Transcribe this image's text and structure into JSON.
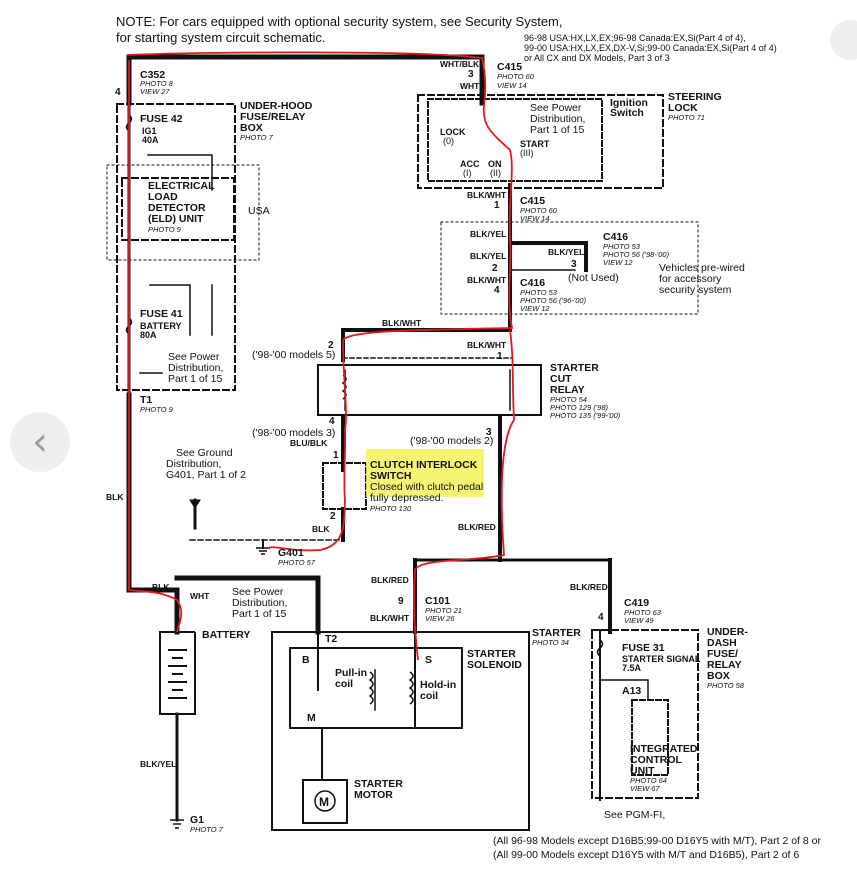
{
  "note": {
    "line1": "NOTE: For cars equipped with optional security system, see Security System,",
    "line2": "for starting system circuit schematic.",
    "refs": [
      "96-98 USA:HX,LX,EX;96-98 Canada:EX,Si(Part 4 of 4),",
      "99-00 USA:HX,LX,EX,DX-V,Si;99-00 Canada:EX,Si(Part 4 of 4)",
      "or All CX and DX Models, Part 3 of 3"
    ]
  },
  "connectors": {
    "c352": {
      "pin": "4",
      "name": "C352",
      "photo": "PHOTO 8",
      "view": "VIEW 27"
    },
    "c415_top": {
      "wire": "WHT/BLK",
      "pin": "3",
      "name": "C415",
      "wire2": "WHT",
      "photo": "PHOTO 60",
      "view": "VIEW 14"
    },
    "c415_bot": {
      "wire": "BLK/WHT",
      "pin": "1",
      "name": "C415",
      "photo": "PHOTO 60",
      "view": "VIEW 14"
    },
    "c416": {
      "name": "C416",
      "photo1": "PHOTO 53",
      "photo2": "PHOTO 56 ('98-'00)",
      "view": "VIEW 12",
      "pin3": "3",
      "not_used": "(Not Used)"
    },
    "c416b": {
      "pin2": "2",
      "pin4": "4",
      "name": "C416",
      "photo1": "PHOTO 53",
      "photo2": "PHOTO 56 ('96-'00)",
      "view": "VIEW 12"
    },
    "c101": {
      "pin": "9",
      "name": "C101",
      "photo": "PHOTO 21",
      "view": "VIEW 26"
    },
    "c419": {
      "pin": "4",
      "name": "C419",
      "photo": "PHOTO 63",
      "view": "VIEW 49"
    },
    "t1": {
      "name": "T1",
      "photo": "PHOTO 9"
    },
    "t2": {
      "name": "T2"
    },
    "g401": {
      "name": "G401",
      "photo": "PHOTO 57"
    },
    "g1": {
      "name": "G1",
      "photo": "PHOTO 7"
    }
  },
  "fusebox_under_hood": {
    "title": [
      "UNDER-HOOD",
      "FUSE/RELAY",
      "BOX"
    ],
    "photo": "PHOTO 7",
    "fuse42": {
      "name": "FUSE 42",
      "rating1": "IG1",
      "rating2": "40A"
    },
    "fuse41": {
      "name": "FUSE 41",
      "rating1": "BATTERY",
      "rating2": "80A"
    },
    "see_power": [
      "See Power",
      "Distribution,",
      "Part 1 of 15"
    ]
  },
  "eld": {
    "lines": [
      "ELECTRICAL",
      "LOAD",
      "DETECTOR",
      "(ELD) UNIT"
    ],
    "photo": "PHOTO 9",
    "region": "USA"
  },
  "steering_lock": {
    "title": [
      "STEERING",
      "LOCK"
    ],
    "photo": "PHOTO 71",
    "ignition": [
      "Ignition",
      "Switch"
    ],
    "see_power": [
      "See Power",
      "Distribution,",
      "Part 1 of 15"
    ],
    "lock": [
      "LOCK",
      "(0)"
    ],
    "acc": [
      "ACC",
      "(I)"
    ],
    "on": [
      "ON",
      "(II)"
    ],
    "start": [
      "START",
      "(III)"
    ]
  },
  "security_note": [
    "Vehicles pre-wired",
    "for accessory",
    "security system"
  ],
  "wires": {
    "blk_yel_1": "BLK/YEL",
    "blk_yel_2": "BLK/YEL",
    "blk_yel_3": "BLK/YEL",
    "blk_wht_1": "BLK/WHT",
    "blk_wht_2": "BLK/WHT",
    "blk_wht_3": "BLK/WHT",
    "blk_wht_4": "BLK/WHT",
    "blu_blk": "BLU/BLK",
    "blk": "BLK",
    "blk2": "BLK",
    "blk3": "BLK",
    "wht": "WHT",
    "blk_red_1": "BLK/RED",
    "blk_red_2": "BLK/RED",
    "blk_red_3": "BLK/RED",
    "blk_yel_g1": "BLK/YEL"
  },
  "starter_cut_relay": {
    "title": [
      "STARTER",
      "CUT",
      "RELAY"
    ],
    "photos": [
      "PHOTO 54",
      "PHOTO 129 ('98)",
      "PHOTO 135 ('99-'00)"
    ],
    "pin2": "2",
    "pin1": "1",
    "pin4": "4",
    "pin3": "3",
    "models_a": "('98-'00 models 5)",
    "models_b": "('98-'00 models 3)",
    "models_c": "('98-'00 models 2)"
  },
  "ground_ref": [
    "See Ground",
    "Distribution,",
    "G401, Part 1 of 2"
  ],
  "clutch": {
    "title1": "CLUTCH INTERLOCK",
    "title2": "SWITCH",
    "desc1": "Closed with clutch pedal",
    "desc2": "fully depressed.",
    "photo": "PHOTO 130",
    "pin1": "1",
    "pin2": "2"
  },
  "battery": {
    "label": "BATTERY",
    "see_power": [
      "See Power",
      "Distribution,",
      "Part 1 of 15"
    ]
  },
  "starter": {
    "title": "STARTER",
    "photo": "PHOTO 34",
    "solenoid": [
      "STARTER",
      "SOLENOID"
    ],
    "b": "B",
    "s": "S",
    "m": "M",
    "pullin": [
      "Pull-in",
      "coil"
    ],
    "holdin": [
      "Hold-in",
      "coil"
    ],
    "motor": [
      "STARTER",
      "MOTOR"
    ]
  },
  "dash_box": {
    "title": [
      "UNDER-",
      "DASH",
      "FUSE/",
      "RELAY",
      "BOX"
    ],
    "photo": "PHOTO 58",
    "fuse": "FUSE 31",
    "fuse_name": "STARTER SIGNAL",
    "fuse_rating": "7.5A",
    "a13": "A13"
  },
  "icu": {
    "lines": [
      "INTEGRATED",
      "CONTROL",
      "UNIT"
    ],
    "photo": "PHOTO 64",
    "view": "VIEW 67"
  },
  "pgmfi": {
    "see": "See PGM-FI,",
    "line1": "(All 96-98 Models except D16B5;99-00 D16Y5 with M/T), Part 2 of 8 or",
    "line2": "(All 99-00 Models except D16Y5 with M/T and D16B5), Part 2 of 6"
  },
  "colors": {
    "trace": "#e0191e",
    "highlight": "#f3f25a",
    "wire": "#111111"
  }
}
